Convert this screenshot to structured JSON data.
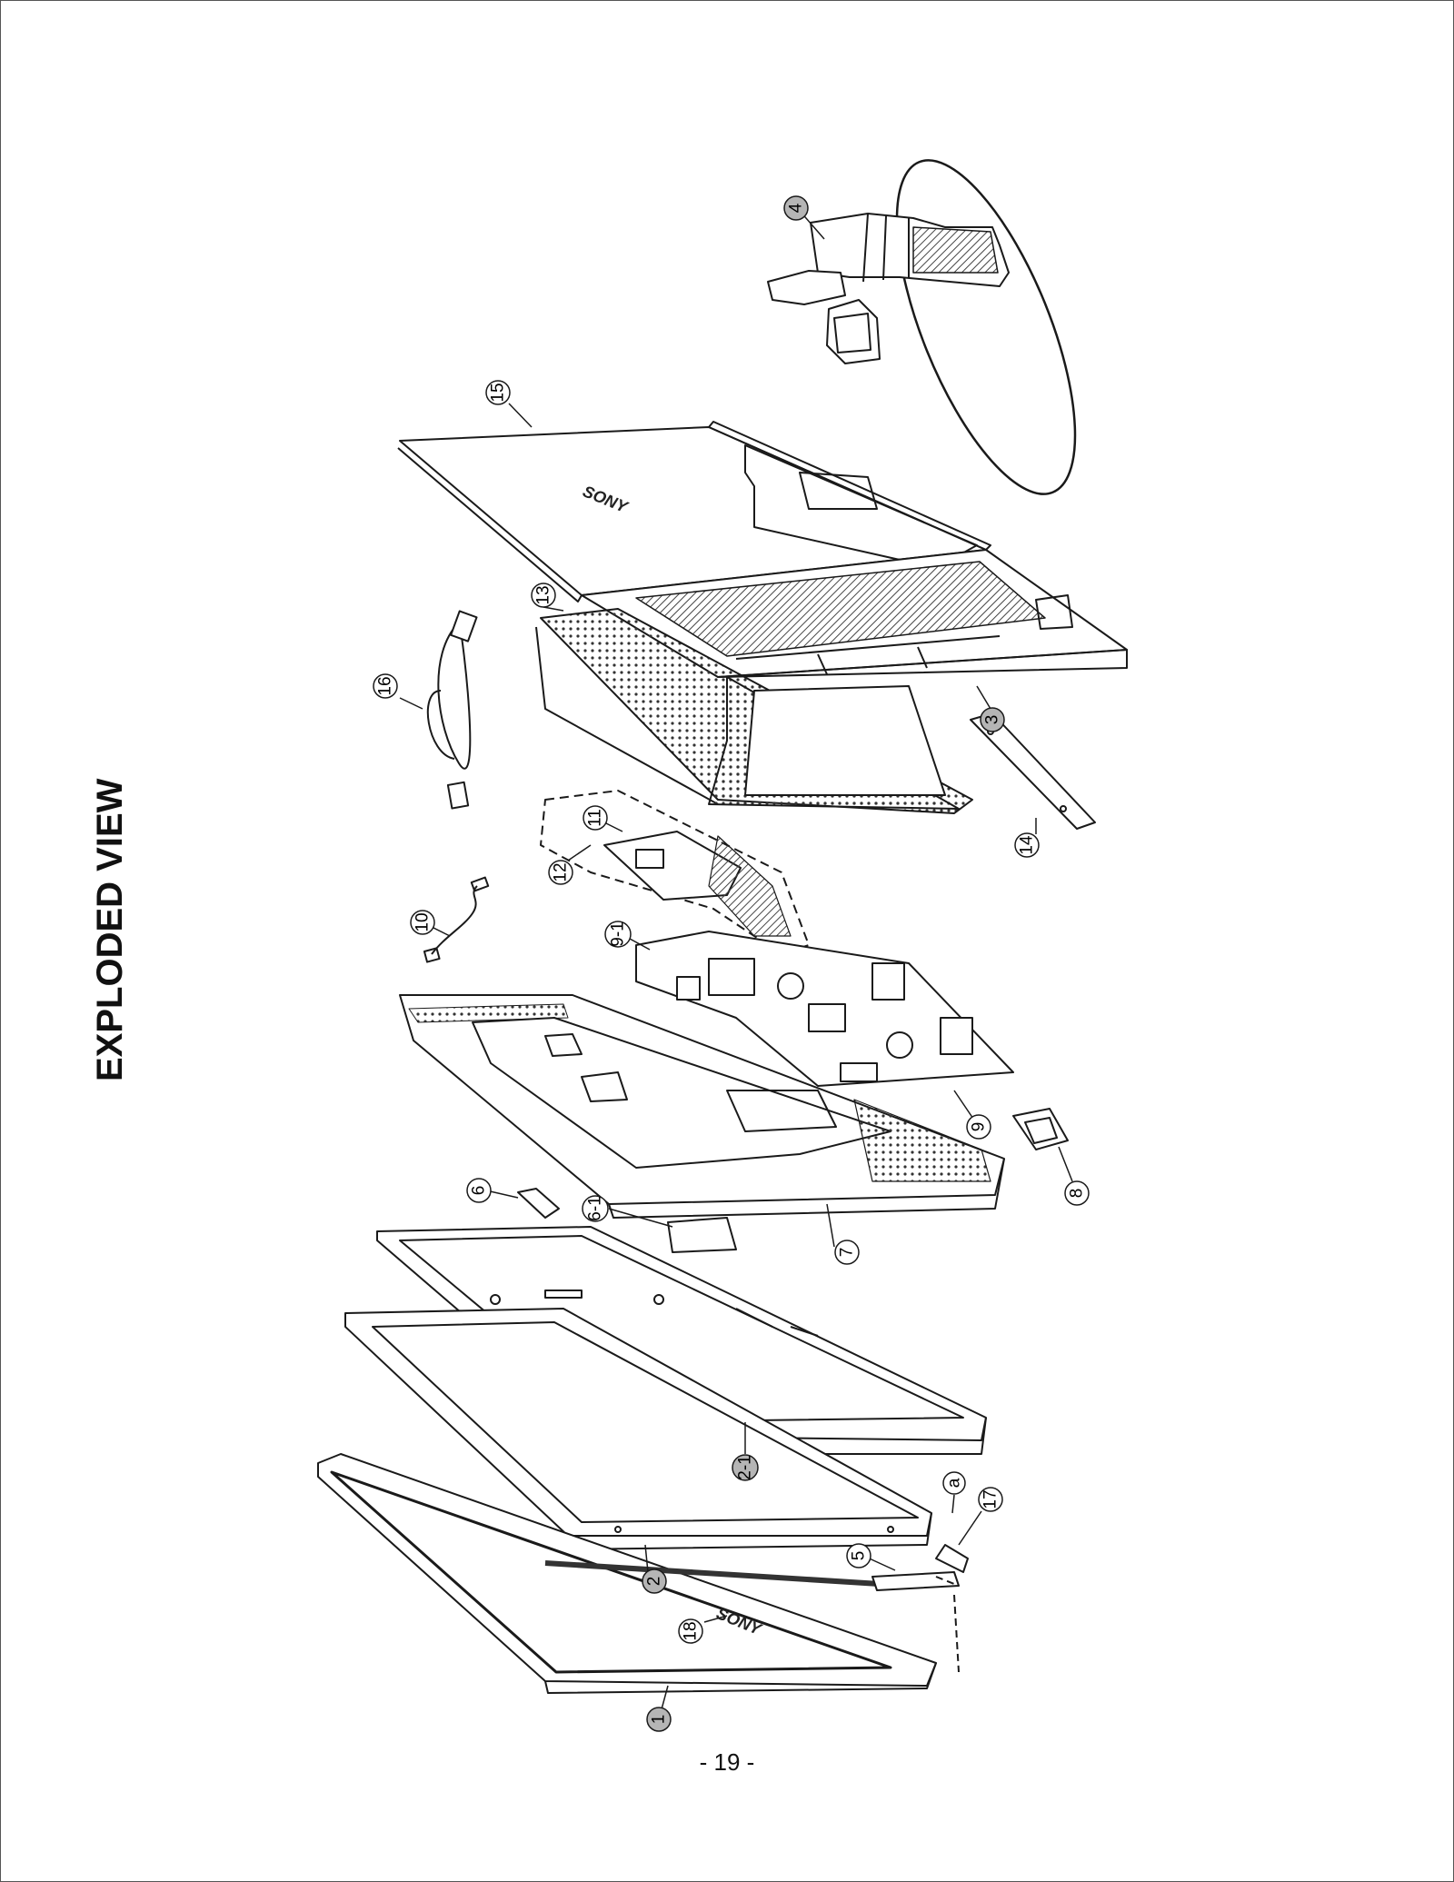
{
  "page": {
    "title": "EXPLODED VIEW",
    "page_number": "- 19 -"
  },
  "brands": {
    "rear_cover": "SONY",
    "front_bezel": "SONY"
  },
  "callouts": [
    {
      "id": "c1",
      "label": "1",
      "shaded": true
    },
    {
      "id": "c2",
      "label": "2",
      "shaded": true
    },
    {
      "id": "c2-1",
      "label": "2-1",
      "shaded": true
    },
    {
      "id": "c3",
      "label": "3",
      "shaded": true
    },
    {
      "id": "c4",
      "label": "4",
      "shaded": true
    },
    {
      "id": "c5",
      "label": "5",
      "shaded": false
    },
    {
      "id": "c6",
      "label": "6",
      "shaded": false
    },
    {
      "id": "c6-1",
      "label": "6-1",
      "shaded": false
    },
    {
      "id": "c7",
      "label": "7",
      "shaded": false
    },
    {
      "id": "c8",
      "label": "8",
      "shaded": false
    },
    {
      "id": "c9",
      "label": "9",
      "shaded": false
    },
    {
      "id": "c9-1",
      "label": "9-1",
      "shaded": false
    },
    {
      "id": "c10",
      "label": "10",
      "shaded": false
    },
    {
      "id": "c11",
      "label": "11",
      "shaded": false
    },
    {
      "id": "c12",
      "label": "12",
      "shaded": false
    },
    {
      "id": "c13",
      "label": "13",
      "shaded": false
    },
    {
      "id": "c14",
      "label": "14",
      "shaded": false
    },
    {
      "id": "c15",
      "label": "15",
      "shaded": false
    },
    {
      "id": "c16",
      "label": "16",
      "shaded": false
    },
    {
      "id": "c17",
      "label": "17",
      "shaded": false
    },
    {
      "id": "c18",
      "label": "18",
      "shaded": false
    },
    {
      "id": "ca",
      "label": "a",
      "shaded": false
    }
  ],
  "colors": {
    "line": "#1a1a1a",
    "callout_shaded_fill": "#b5b5b5",
    "callout_plain_fill": "#ffffff",
    "hatch": "#444444"
  }
}
